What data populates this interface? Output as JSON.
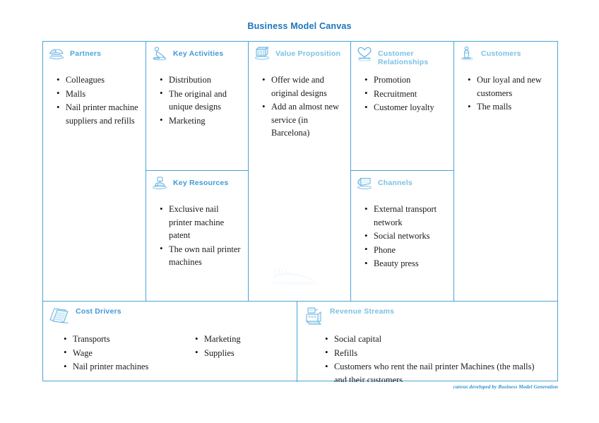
{
  "title": "Business Model Canvas",
  "colors": {
    "border": "#4da3d8",
    "title": "#1b75bc",
    "heading": "#7bc0e6",
    "credit": "#2f8fd0",
    "text": "#1a1a1a"
  },
  "blocks": {
    "partners": {
      "label": "Partners",
      "icon": "handshake-icon",
      "items": [
        "Colleagues",
        "Malls",
        "Nail printer machine suppliers and refills"
      ]
    },
    "key_activities": {
      "label": "Key Activities",
      "icon": "worker-icon",
      "items": [
        "Distribution",
        "The original and unique designs",
        "Marketing"
      ]
    },
    "key_resources": {
      "label": "Key  Resources",
      "icon": "machine-icon",
      "items": [
        "Exclusive nail printer machine patent",
        "The own nail printer machines"
      ]
    },
    "value_proposition": {
      "label": "Value Proposition",
      "icon": "gift-box-icon",
      "items": [
        "Offer wide and original designs",
        "Add an almost new service (in Barcelona)"
      ],
      "watermark": "LinksForBusiness"
    },
    "customer_relationships": {
      "label": "Customer Relationships",
      "icon": "heart-icon",
      "items": [
        "Promotion",
        "Recruitment",
        "Customer loyalty"
      ]
    },
    "channels": {
      "label": "Channels",
      "icon": "truck-icon",
      "items": [
        "External transport network",
        "Social networks",
        "Phone",
        "Beauty press"
      ]
    },
    "customers": {
      "label": "Customers",
      "icon": "person-icon",
      "items": [
        "Our loyal  and new customers",
        "The malls"
      ]
    },
    "cost_drivers": {
      "label": "Cost Drivers",
      "icon": "documents-icon",
      "items_col1": [
        "Transports",
        "Wage",
        "Nail printer machines"
      ],
      "items_col2": [
        "Marketing",
        "Supplies"
      ]
    },
    "revenue_streams": {
      "label": "Revenue Streams",
      "icon": "cash-register-icon",
      "items": [
        "Social capital",
        "Refills",
        "Customers who rent the nail printer Machines (the malls) and their customers"
      ]
    }
  },
  "credit": "canvas developed by Business Model Generation"
}
